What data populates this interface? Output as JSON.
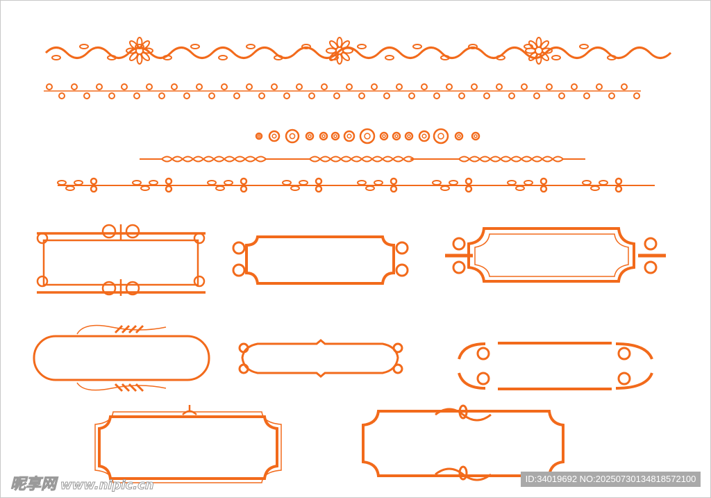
{
  "colors": {
    "ornament": "#f26a1b",
    "id_bar": "#a9a9a9"
  },
  "watermark": {
    "site_cn": "昵享网",
    "site_url": "www.nipic.cn"
  },
  "image_id": "ID:34019692 NO:20250730134818572100"
}
